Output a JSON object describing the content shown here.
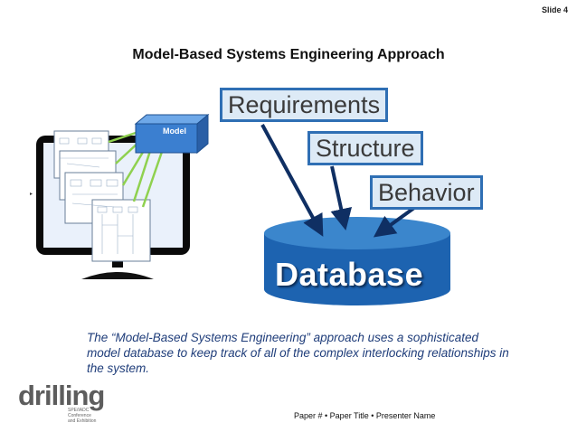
{
  "slide": {
    "number_label": "Slide 4"
  },
  "title": "Model-Based Systems Engineering Approach",
  "diagram": {
    "boxes": [
      "Requirements",
      "Structure",
      "Behavior"
    ],
    "database_label": "Database",
    "model_label": "Model"
  },
  "description": "The “Model-Based Systems Engineering” approach uses a sophisticated model database to keep track of all of the complex interlocking relationships in the system.",
  "footer": "Paper # • Paper Title • Presenter Name",
  "logo": {
    "word": "drilling",
    "sub_lines": [
      "SPE/IADC",
      "Conference",
      "and Exhibition"
    ]
  },
  "colors": {
    "accent": "#2f6fb4",
    "box_fill": "#ddeaf6",
    "arrow": "#0f2f63",
    "db_top": "#3b86cc",
    "db_body": "#1d63b0",
    "text_blue": "#1f3d7a"
  }
}
